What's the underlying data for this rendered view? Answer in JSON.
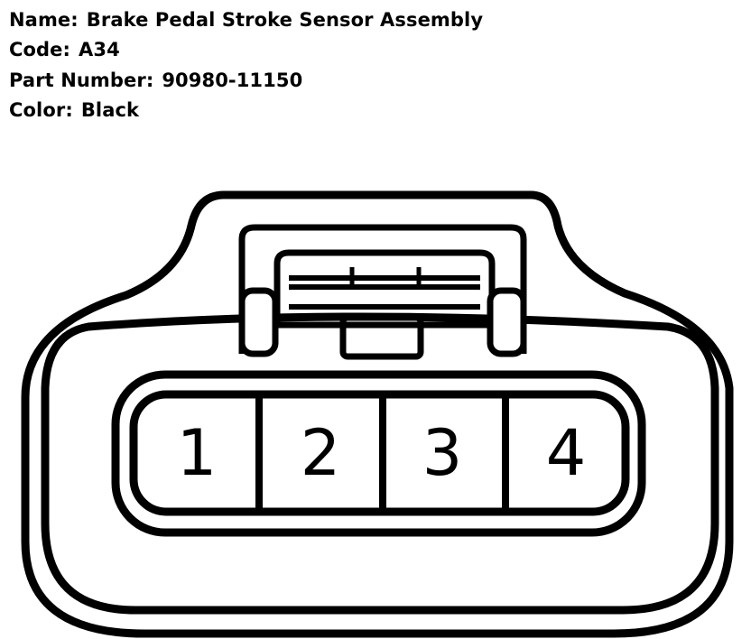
{
  "info": {
    "name_label": "Name:",
    "name_value": "Brake Pedal Stroke Sensor Assembly",
    "code_label": "Code:",
    "code_value": "A34",
    "part_label": "Part Number:",
    "part_value": "90980-11150",
    "color_label": "Color:",
    "color_value": "Black"
  },
  "connector": {
    "pins": [
      "1",
      "2",
      "3",
      "4"
    ],
    "line_color": "#000000",
    "fill_color": "#ffffff"
  }
}
